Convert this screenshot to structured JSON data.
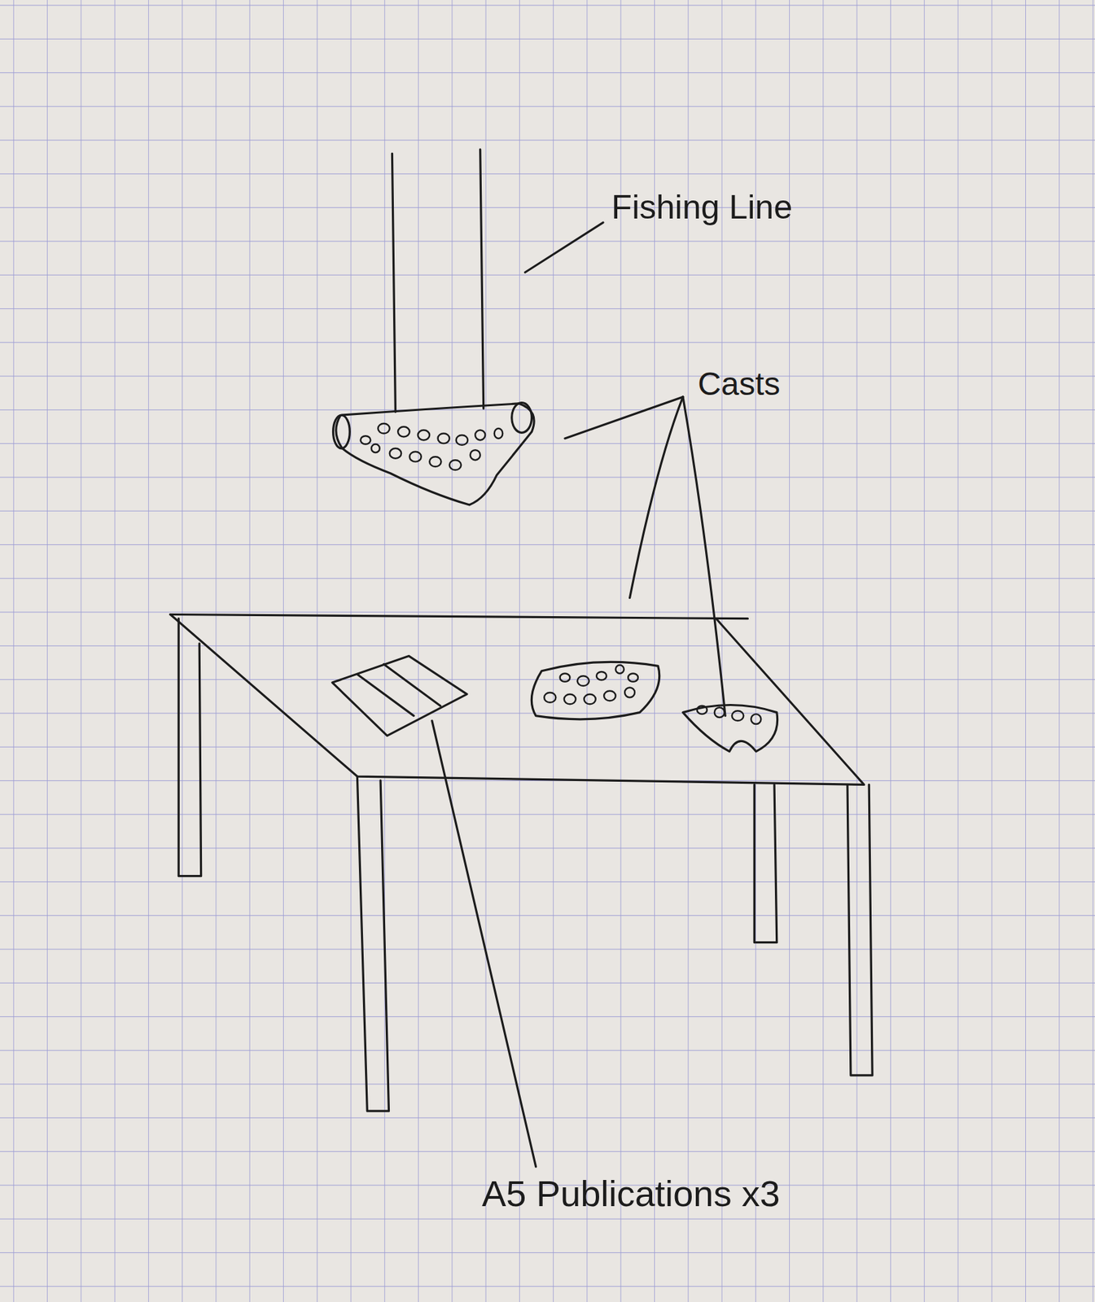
{
  "diagram": {
    "labels": [
      "Fishing Line",
      "Casts",
      "A5 Publications x3"
    ]
  }
}
